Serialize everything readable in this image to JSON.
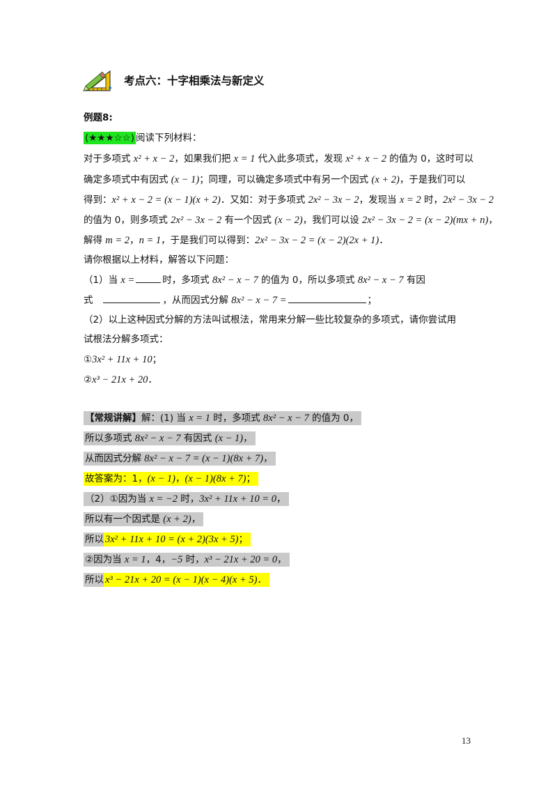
{
  "header": {
    "title": "考点六：十字相乘法与新定义"
  },
  "example": {
    "label": "例题8:",
    "stars": "(★★★☆☆)",
    "intro": "阅读下列材料：",
    "p1a": "对于多项式 ",
    "p1m1": "x² + x − 2",
    "p1b": "，如果我们把 ",
    "p1m2": "x = 1",
    "p1c": " 代入此多项式，发现 ",
    "p1m3": "x² + x − 2",
    "p1d": " 的值为 0，这时可以",
    "p2a": "确定多项式中有因式 ",
    "p2m1": "(x − 1)",
    "p2b": "；同理，可以确定多项式中有另一个因式 ",
    "p2m2": "(x + 2)",
    "p2c": "，于是我们可以",
    "p3a": "得到：",
    "p3m1": "x² + x − 2 = (x − 1)(x + 2)",
    "p3b": "．又如：对于多项式 ",
    "p3m2": "2x² − 3x − 2",
    "p3c": "，发现当 ",
    "p3m3": "x = 2",
    "p3d": " 时，",
    "p3m4": "2x² − 3x − 2",
    "p4a": "的值为 0，则多项式 ",
    "p4m1": "2x² − 3x − 2",
    "p4b": " 有一个因式 ",
    "p4m2": "(x − 2)",
    "p4c": "，我们可以设 ",
    "p4m3": "2x² − 3x − 2 = (x − 2)(mx + n)",
    "p4d": "，",
    "p5a": "解得 ",
    "p5m1": "m = 2",
    "p5b": "，",
    "p5m2": "n = 1",
    "p5c": "，于是我们可以得到：",
    "p5m3": "2x² − 3x − 2 = (x − 2)(2x + 1)",
    "p5d": "．",
    "p6": "请你根据以上材料，解答以下问题：",
    "q1a": "（1）当 ",
    "q1m1": "x =",
    "q1b": "时，多项式 ",
    "q1m2": "8x² − x − 7",
    "q1c": " 的值为 0，所以多项式 ",
    "q1m3": "8x² − x − 7",
    "q1d": " 有因",
    "q1e": "式",
    "q1f": "，从而因式分解 ",
    "q1m4": "8x² − x − 7 =",
    "q1g": "；",
    "q2a": "（2）以上这种因式分解的方法叫试根法，常用来分解一些比较复杂的多项式，请你尝试用",
    "q2b": "试根法分解多项式：",
    "i1n": "①",
    "i1m": "3x² + 11x + 10",
    "i1e": "；",
    "i2n": "②",
    "i2m": "x³ − 21x + 20",
    "i2e": "．"
  },
  "solution": {
    "s1a": "【常规讲解】",
    "s1b": "解：(1) 当 ",
    "s1m1": "x = 1",
    "s1c": " 时，多项式 ",
    "s1m2": "8x² − x − 7",
    "s1d": " 的值为 0，",
    "s2a": "所以多项式 ",
    "s2m": "8x² − x − 7",
    "s2b": " 有因式 ",
    "s2m2": "(x − 1)",
    "s2c": "，",
    "s3a": "从而因式分解 ",
    "s3m": "8x² − x − 7 = (x − 1)(8x + 7)",
    "s3b": "，",
    "s4a": "故答案为：1，",
    "s4m1": "(x − 1)",
    "s4b": "，",
    "s4m2": "(x − 1)(8x + 7)",
    "s4c": "；",
    "s5a": "（2）①因为当 ",
    "s5m1": "x = −2",
    "s5b": " 时，",
    "s5m2": "3x² + 11x + 10 = 0",
    "s5c": "，",
    "s6a": "所以有一个因式是 ",
    "s6m": "(x + 2)",
    "s6b": "，",
    "s7a": "所以",
    "s7m": "3x² + 11x + 10 = (x + 2)(3x + 5)",
    "s7b": "；",
    "s8a": "②因为当 ",
    "s8m1": "x = 1",
    "s8b": "，4，",
    "s8m2": "−5",
    "s8c": " 时，",
    "s8m3": "x³ − 21x + 20 = 0",
    "s8d": "，",
    "s9a": "所以",
    "s9m": "x³ − 21x + 20 = (x − 1)(x − 4)(x + 5)",
    "s9b": "．"
  },
  "footer": {
    "page_number": "13"
  },
  "colors": {
    "star_badge": "#1ee61e",
    "gray_highlight": "#c9c9c9",
    "yellow_highlight": "#ffff00"
  },
  "icons": {
    "header_icon": "ruler-pencil-icon"
  }
}
